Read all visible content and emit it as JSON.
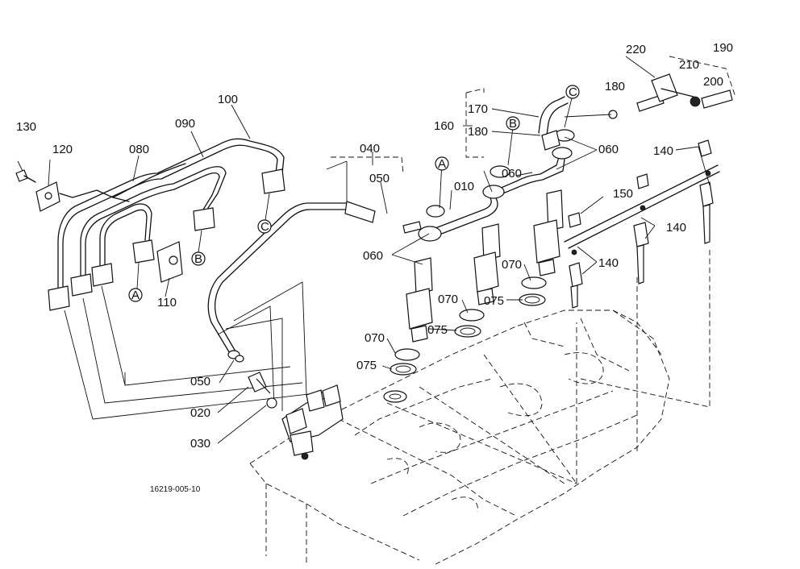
{
  "diagram": {
    "drawing_number": "16219-005-10",
    "part_labels": {
      "p010": "010",
      "p020": "020",
      "p030": "030",
      "p040": "040",
      "p050_top": "050",
      "p050_bottom": "050",
      "p060_a": "060",
      "p060_b": "060",
      "p060_c": "060",
      "p070_a": "070",
      "p070_b": "070",
      "p070_c": "070",
      "p075_a": "075",
      "p075_b": "075",
      "p075_c": "075",
      "p080": "080",
      "p090": "090",
      "p100": "100",
      "p110": "110",
      "p120": "120",
      "p130": "130",
      "p140_a": "140",
      "p140_b": "140",
      "p140_c": "140",
      "p150": "150",
      "p160": "160",
      "p170": "170",
      "p180_a": "180",
      "p180_b": "180",
      "p190": "190",
      "p200": "200",
      "p210": "210",
      "p220": "220"
    },
    "callouts": {
      "A_left": "A",
      "B_left": "B",
      "C_left": "C",
      "A_right": "A",
      "B_right": "B",
      "C_right": "C"
    }
  }
}
